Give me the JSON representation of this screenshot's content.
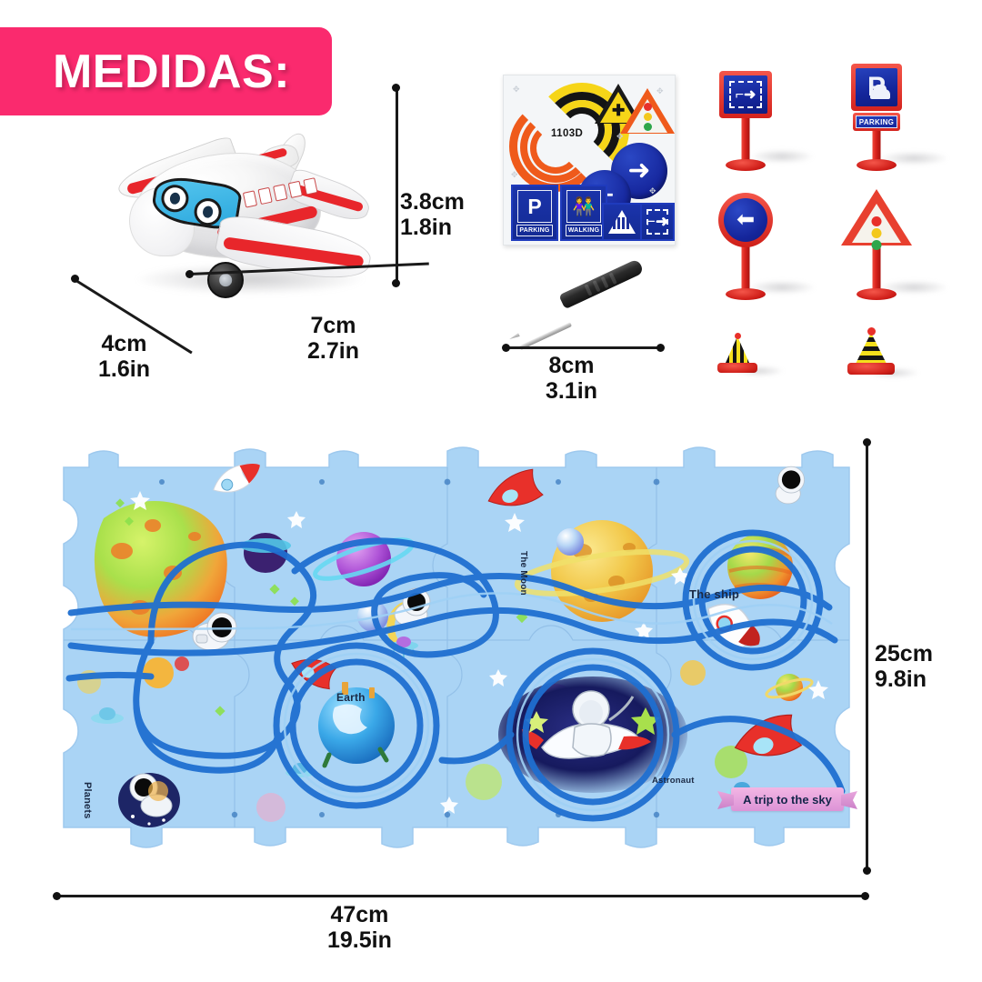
{
  "banner": {
    "title": "MEDIDAS:"
  },
  "airplane": {
    "name": "toy-airplane",
    "dimensions": {
      "height": {
        "cm": "3.8cm",
        "in": "1.8in"
      },
      "length": {
        "cm": "7cm",
        "in": "2.7in"
      },
      "width": {
        "cm": "4cm",
        "in": "1.6in"
      }
    },
    "colors": {
      "body": "#ffffff",
      "stripe": "#e8262b",
      "visor": "#3fb6e6"
    }
  },
  "sticker_sheet": {
    "code": "1103D",
    "signs": [
      {
        "name": "parking-sticker",
        "caption": "PARKING"
      },
      {
        "name": "walking-sticker",
        "caption": "WALKING"
      },
      {
        "name": "crosswalk-sticker",
        "caption": ""
      },
      {
        "name": "turn-right-sticker",
        "caption": ""
      }
    ],
    "colors": {
      "blue": "#14259a",
      "yellow": "#f6d518",
      "orange": "#ef5a1b"
    }
  },
  "screwdriver": {
    "name": "screwdriver",
    "dimensions": {
      "length": {
        "cm": "8cm",
        "in": "3.1in"
      }
    }
  },
  "road_signs": [
    {
      "name": "turn-right-sign",
      "type": "square",
      "glyph": "arrow-turn-right",
      "caption": ""
    },
    {
      "name": "parking-sign",
      "type": "square",
      "glyph": "letter-p-car",
      "caption": "PARKING"
    },
    {
      "name": "left-arrow-sign",
      "type": "circle",
      "glyph": "arrow-left",
      "caption": ""
    },
    {
      "name": "traffic-light-sign",
      "type": "triangle",
      "glyph": "traffic-light",
      "caption": ""
    }
  ],
  "traffic_cones": [
    {
      "name": "cone-vertical-stripes"
    },
    {
      "name": "cone-horizontal-stripes"
    }
  ],
  "puzzle_mat": {
    "name": "space-track-puzzle-mat",
    "labels": {
      "planets": "Planets",
      "earth": "Earth",
      "the_moon": "The Moon",
      "the_ship": "The ship",
      "astronaut": "Astronaut",
      "ribbon": "A trip to the sky"
    },
    "dimensions": {
      "height": {
        "cm": "25cm",
        "in": "9.8in"
      },
      "width": {
        "cm": "47cm",
        "in": "19.5in"
      }
    },
    "colors": {
      "mat": "#aad4f5",
      "track": "#1f6fd0",
      "accent": "#f3b6e4"
    }
  }
}
